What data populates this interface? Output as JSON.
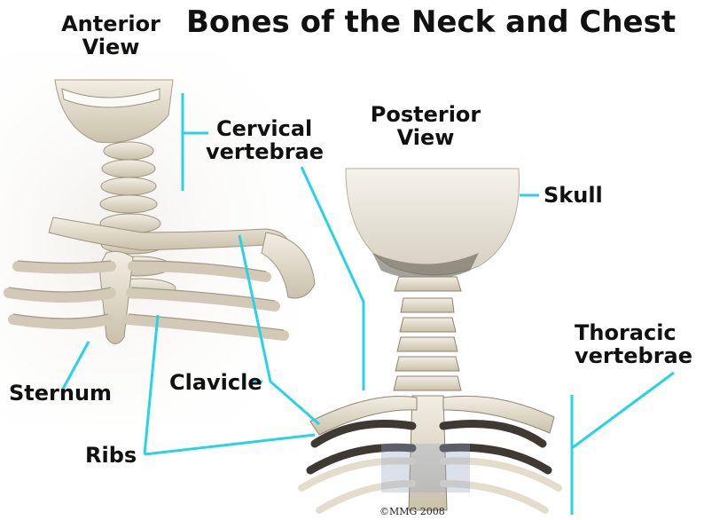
{
  "title": "Bones of the Neck and Chest",
  "anterior_view": [
    "Anterior",
    "View"
  ],
  "posterior_view": [
    "Posterior",
    "View"
  ],
  "labels": {
    "cervical_vertebrae": [
      "Cervical",
      "vertebrae"
    ],
    "skull": "Skull",
    "thoracic_vertebrae": [
      "Thoracic",
      "vertebrae"
    ],
    "sternum": "Sternum",
    "clavicle": "Clavicle",
    "ribs": "Ribs"
  },
  "copyright": "©MMG 2008",
  "colors": {
    "leader_line": "#29d3e6",
    "bone": "#e9e3d3",
    "bone_shadow": "#b9b19c",
    "dark": "#3a3a3a"
  }
}
